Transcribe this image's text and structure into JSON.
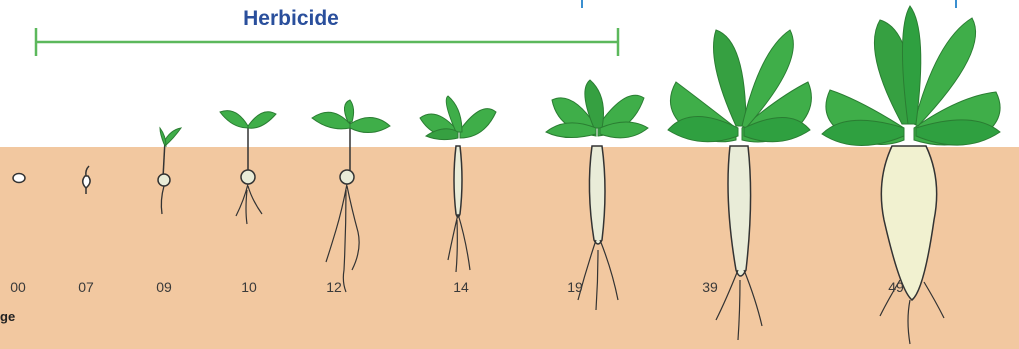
{
  "header": {
    "title": "Herbicide"
  },
  "stages": [
    {
      "code": "00"
    },
    {
      "code": "07"
    },
    {
      "code": "09"
    },
    {
      "code": "10"
    },
    {
      "code": "12"
    },
    {
      "code": "14"
    },
    {
      "code": "19"
    },
    {
      "code": "39"
    },
    {
      "code": "49"
    }
  ],
  "caption": "ge",
  "colors": {
    "soil": "#f2c8a0",
    "bracket": "#5cb85c",
    "title": "#2a4f9c",
    "leaf": "#3fae49",
    "leaf_dark": "#2a7d32",
    "root": "#e9ecd8",
    "root_outline": "#333333"
  }
}
